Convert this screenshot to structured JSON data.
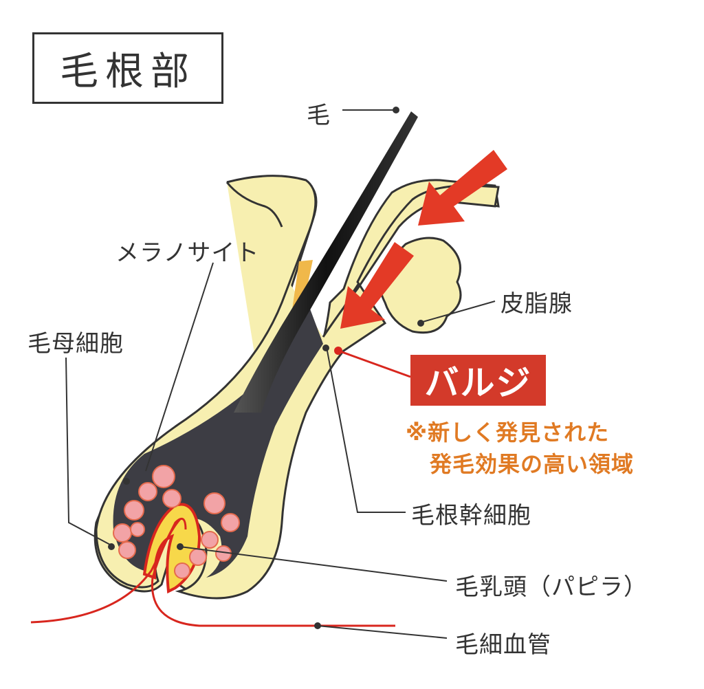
{
  "title": "毛根部",
  "labels": {
    "hair": "毛",
    "melanocyte": "メラノサイト",
    "hair_matrix": "毛母細胞",
    "sebaceous_gland": "皮脂腺",
    "bulge": "バルジ",
    "note_line1": "※新しく発見された",
    "note_line2": "発毛効果の高い領域",
    "stem_cell": "毛根幹細胞",
    "papilla": "毛乳頭（パピラ）",
    "capillary": "毛細血管"
  },
  "colors": {
    "follicle": "#f7efb0",
    "follicle_outline": "#333333",
    "hair": "#1a1a1a",
    "bulb": "#3d3d44",
    "cells": "#f2a3a6",
    "arrow": "#e33a26",
    "capillary": "#d8261e",
    "note": "#e07a23",
    "bulge_tag": "#d33a2a"
  }
}
